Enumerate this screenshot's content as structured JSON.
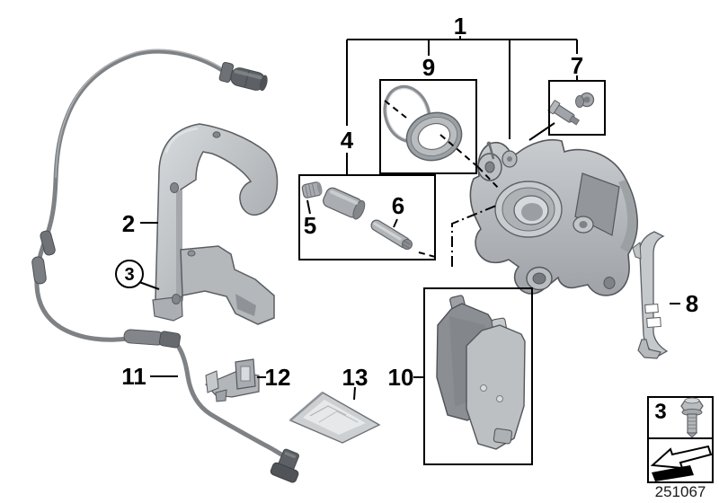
{
  "drawing": {
    "number": "251067"
  },
  "callouts": {
    "c1": "1",
    "c2": "2",
    "c3_circled": "3",
    "c4": "4",
    "c5": "5",
    "c6": "6",
    "c7": "7",
    "c8": "8",
    "c9": "9",
    "c10": "10",
    "c11": "11",
    "c12": "12",
    "c13": "13"
  },
  "legend": {
    "bolt_number": "3"
  },
  "colors": {
    "background": "#ffffff",
    "line": "#000000",
    "metal_base": "#b6babd",
    "metal_light": "#dfe2e4",
    "metal_dark": "#84888c",
    "cable": "#7e8285",
    "connector": "#5d6165",
    "arrow_fill": "#000000"
  }
}
